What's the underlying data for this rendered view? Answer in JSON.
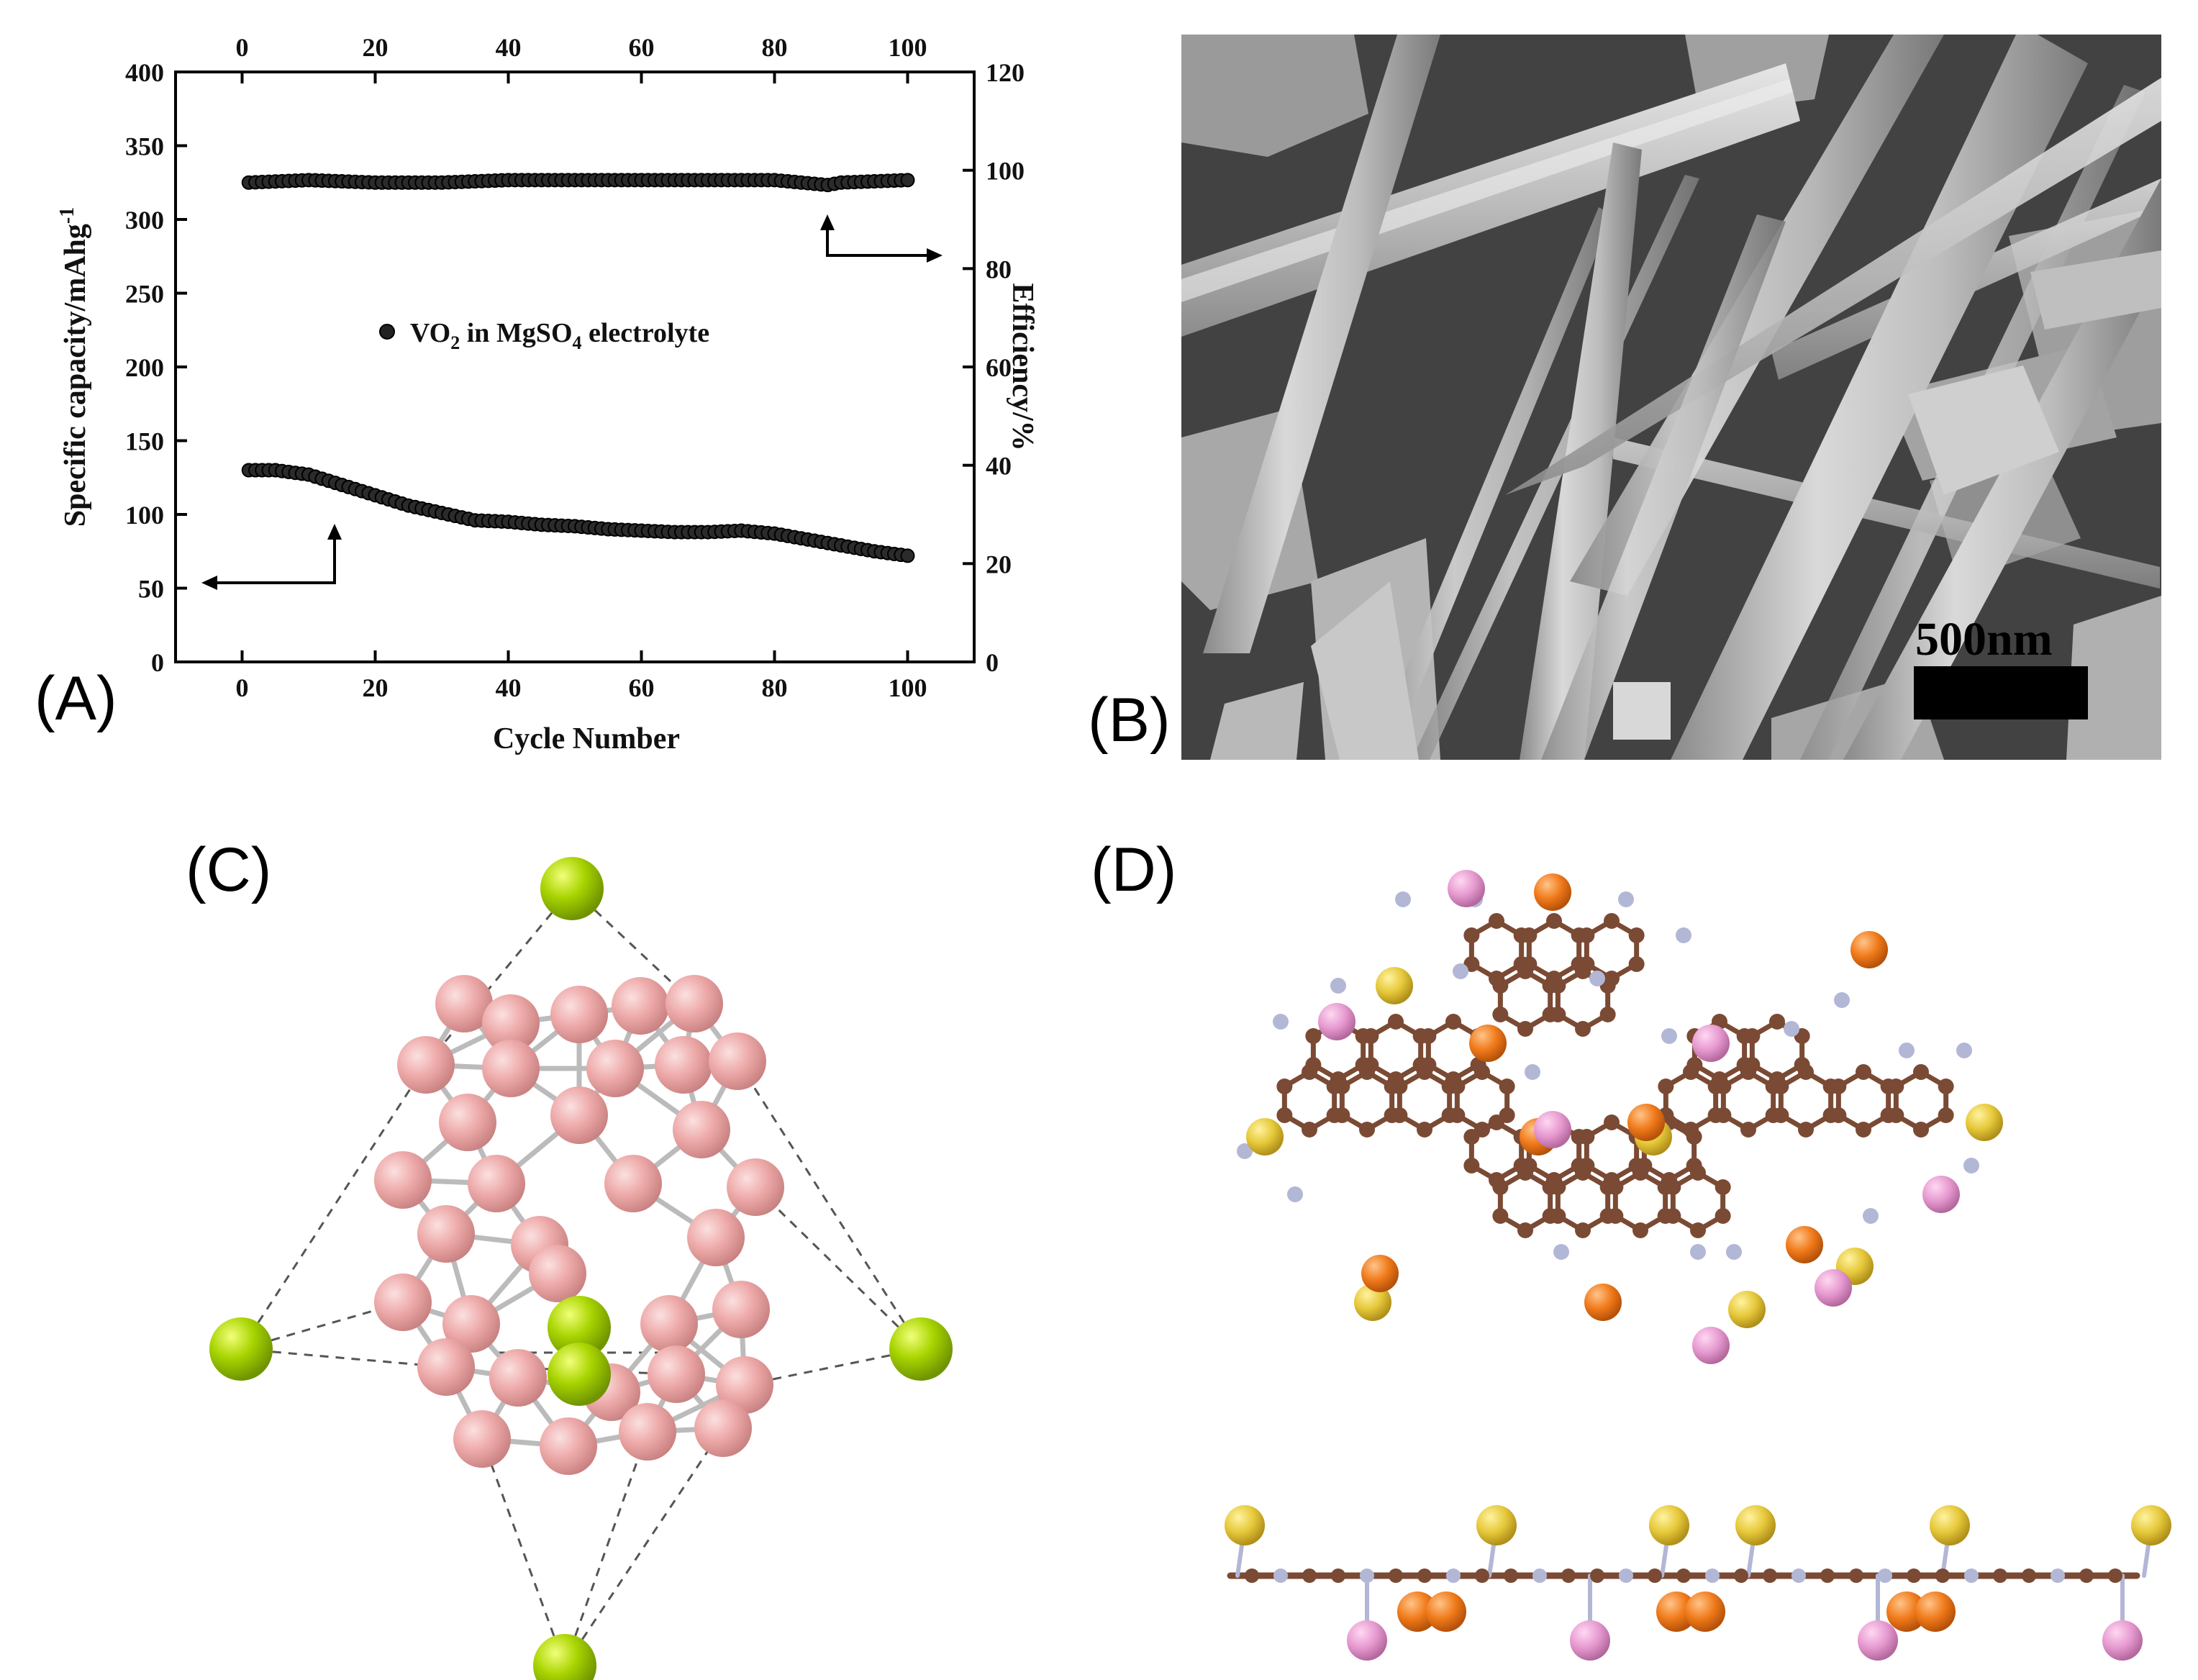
{
  "figure": {
    "panels": [
      {
        "label": "(A)"
      },
      {
        "label": "(B)",
        "scale_bar": "500nm"
      },
      {
        "label": "(C)"
      },
      {
        "label": "(D)"
      }
    ]
  },
  "chart_data": {
    "type": "scatter",
    "xlabel": "Cycle Number",
    "ylabel": "Specific capacity/mAhg",
    "ylabel_sup": "-1",
    "y2label": "Efficiency/%",
    "legend": {
      "pre": "VO",
      "sub1": "2",
      "mid": " in  MgSO",
      "sub2": "4",
      "post": " electrolyte"
    },
    "xlim": [
      -10,
      110
    ],
    "ylim": [
      0,
      400
    ],
    "y2lim": [
      0,
      120
    ],
    "xticks": [
      0,
      20,
      40,
      60,
      80,
      100
    ],
    "yticks": [
      0,
      50,
      100,
      150,
      200,
      250,
      300,
      350,
      400
    ],
    "y2ticks": [
      0,
      20,
      40,
      60,
      80,
      100,
      120
    ],
    "series": [
      {
        "axis": "left",
        "x": [
          1,
          5,
          10,
          15,
          20,
          25,
          30,
          35,
          40,
          45,
          50,
          55,
          60,
          65,
          70,
          75,
          80,
          85,
          90,
          95,
          100
        ],
        "values": [
          130,
          130,
          127,
          120,
          113,
          106,
          101,
          96,
          95,
          93,
          92,
          90,
          89,
          88,
          88,
          89,
          87,
          83,
          79,
          75,
          72
        ]
      },
      {
        "axis": "right",
        "x": [
          1,
          10,
          20,
          30,
          40,
          50,
          60,
          70,
          80,
          88,
          90,
          100
        ],
        "values": [
          97.5,
          98,
          97.5,
          97.5,
          98,
          98,
          98,
          98,
          98,
          97,
          97.5,
          98
        ]
      }
    ]
  }
}
